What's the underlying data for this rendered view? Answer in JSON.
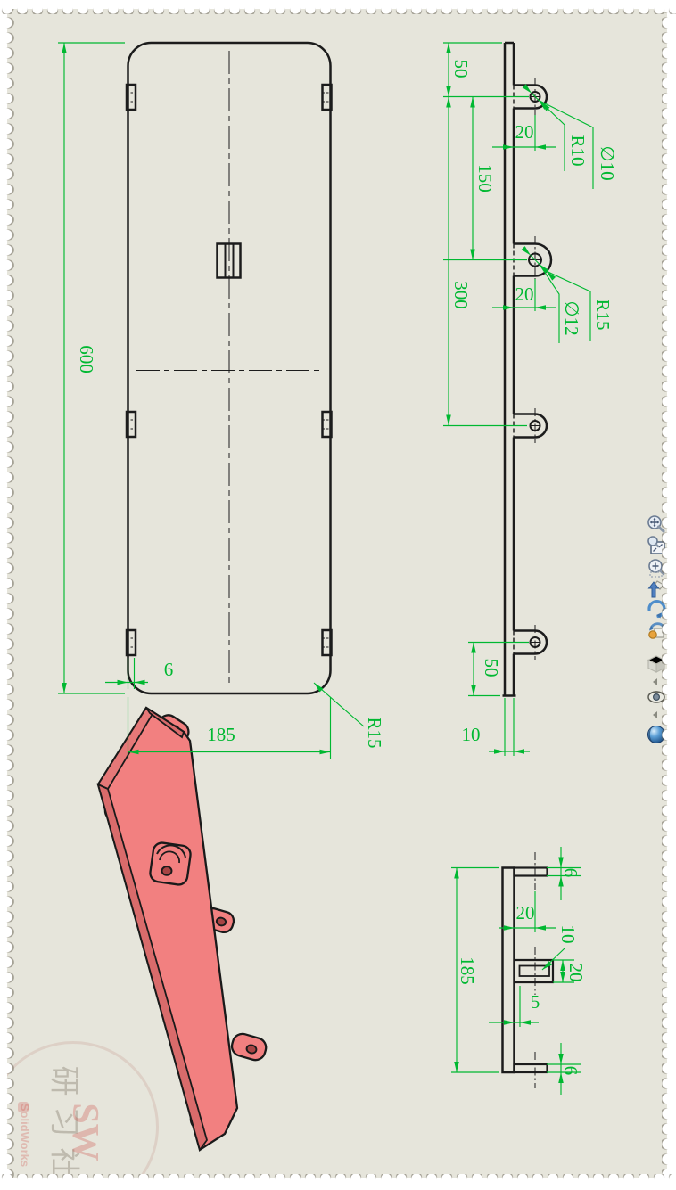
{
  "dims": {
    "front": {
      "height": "600",
      "tab_offset": "6",
      "width": "185",
      "corner_radius": "R15"
    },
    "side": {
      "end_offset_top": "50",
      "hole_offset_1": "20",
      "radius_1": "R10",
      "hole_dia_1": "∅10",
      "pitch_150": "150",
      "pitch_300": "300",
      "hole_offset_2": "20",
      "radius_2": "R15",
      "hole_dia_2": "∅12",
      "end_offset_bottom": "50",
      "thickness": "10"
    },
    "top": {
      "tab_thickness_a": "6",
      "tab_length": "20",
      "slot_width": "10",
      "clip_width": "20",
      "clip_offset": "5",
      "width": "185",
      "tab_thickness_b": "6"
    }
  },
  "watermark": {
    "sw": "SW",
    "society": "研习社",
    "brand": "SolidWorks"
  },
  "toolbar": {
    "items": [
      "zoom-to-fit",
      "zoom-to-area",
      "zoom-in-out",
      "previous-view",
      "rotate-view",
      "roll-view",
      "view-orientation",
      "flyout-arrow",
      "hide-show-items",
      "flyout-arrow",
      "render-appearance"
    ]
  },
  "colors": {
    "dimension_green": "#00b831",
    "part_red": "#f28080",
    "paper": "#e6e5db"
  }
}
